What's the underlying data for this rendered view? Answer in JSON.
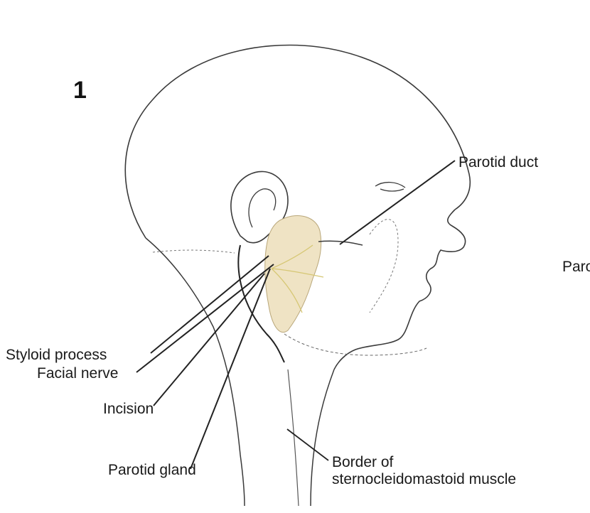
{
  "figure": {
    "number": "1"
  },
  "labels": {
    "parotid_duct": "Parotid duct",
    "clipped_right": "Parotic",
    "styloid_process": "Styloid process",
    "facial_nerve": "Facial nerve",
    "incision": "Incision",
    "parotid_gland": "Parotid gland",
    "border_line1": "Border of",
    "border_line2": "sternocleidomastoid muscle"
  },
  "colors": {
    "outline": "#3a3a3a",
    "leader": "#222222",
    "gland_fill": "#efe3c4",
    "nerve": "#d6c774"
  }
}
